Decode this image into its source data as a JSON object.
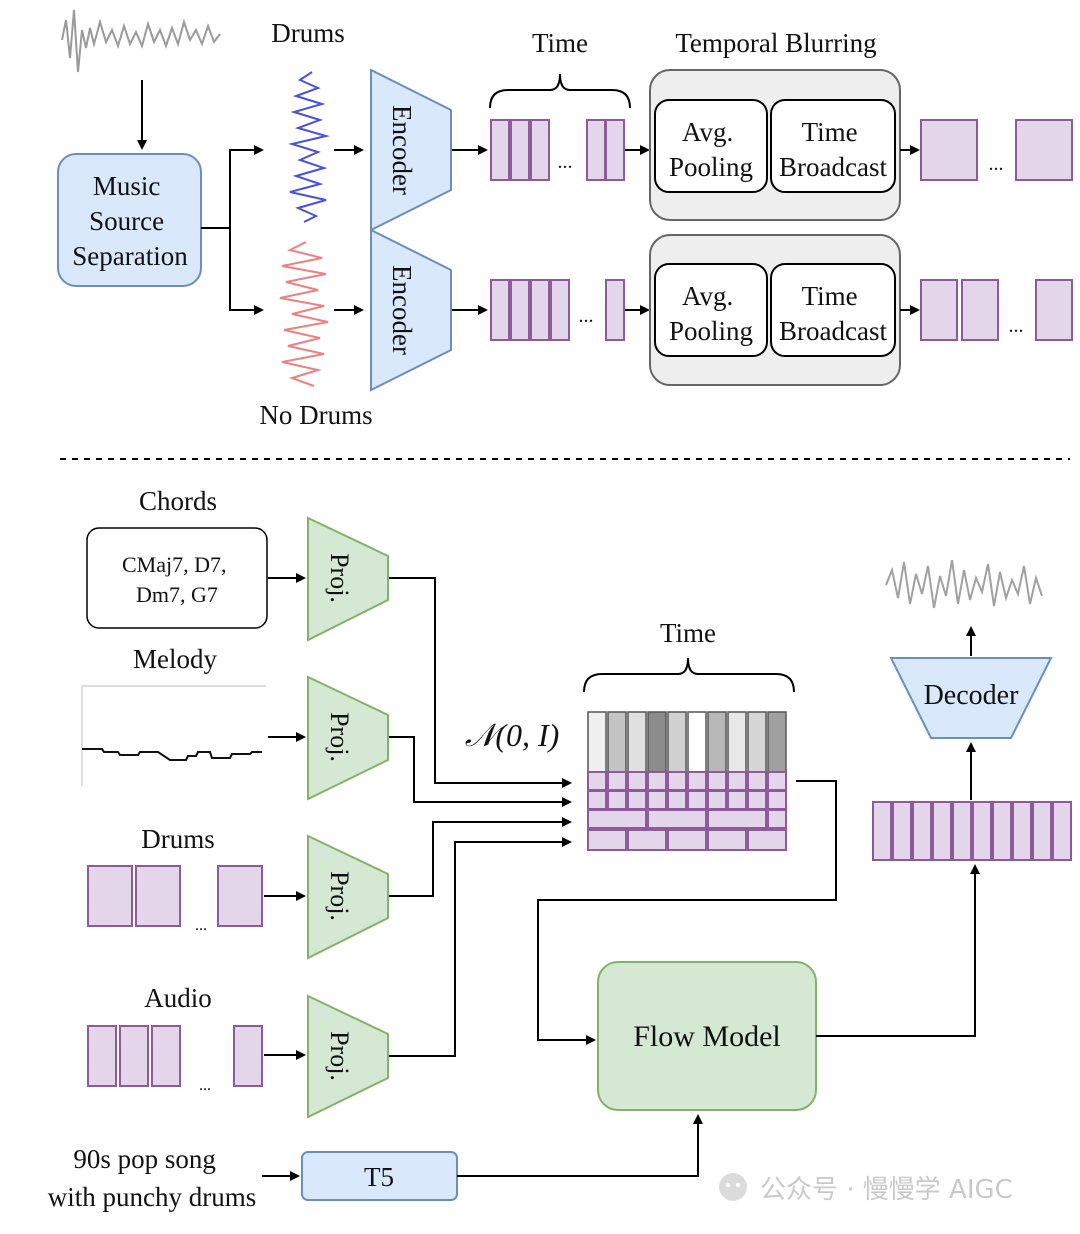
{
  "top": {
    "drums_label": "Drums",
    "no_drums_label": "No Drums",
    "time_label": "Time",
    "temporal_blurring_label": "Temporal Blurring",
    "mss_lines": [
      "Music",
      "Source",
      "Separation"
    ],
    "encoder_label": "Encoder",
    "avg_pooling_lines": [
      "Avg.",
      "Pooling"
    ],
    "time_broadcast_lines": [
      "Time",
      "Broadcast"
    ],
    "ellipsis": "..."
  },
  "bottom": {
    "chords_label": "Chords",
    "chords_box_lines": [
      "CMaj7, D7,",
      "Dm7, G7"
    ],
    "melody_label": "Melody",
    "drums_label": "Drums",
    "audio_label": "Audio",
    "proj_label": "Proj.",
    "noise_label": "𝒩(0, I)",
    "time_label": "Time",
    "decoder_label": "Decoder",
    "flow_model_label": "Flow Model",
    "t5_label": "T5",
    "prompt_lines": [
      "90s pop song",
      "with punchy drums"
    ],
    "ellipsis": "..."
  },
  "watermark": {
    "text": "公众号 · 慢慢学 AIGC"
  },
  "colors": {
    "blue_fill": "#dae8fc",
    "blue_stroke": "#6c8ebf",
    "green_fill": "#d5e8d4",
    "green_stroke": "#82b366",
    "purple_fill": "#e4d6ea",
    "purple_stroke": "#8e5a9c"
  }
}
